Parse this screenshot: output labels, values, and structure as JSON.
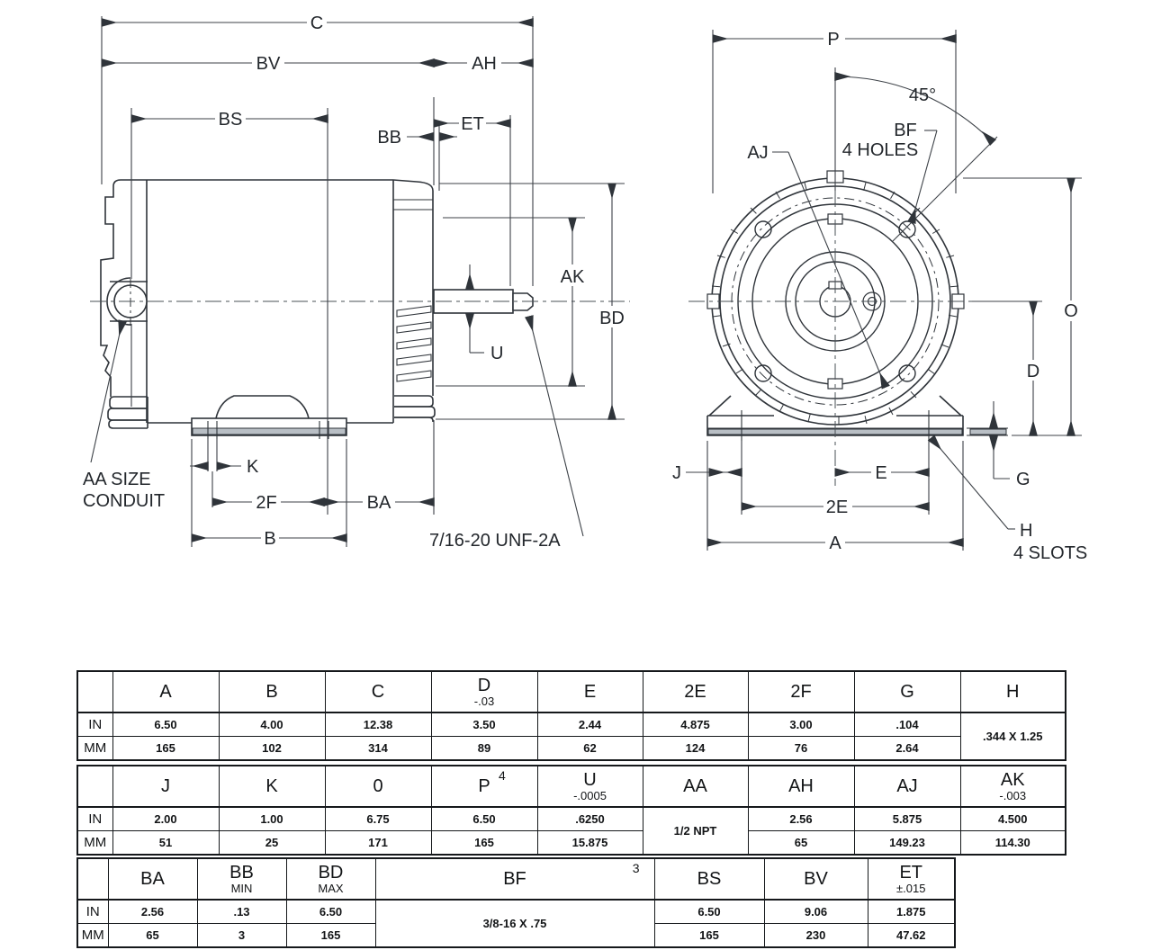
{
  "side_view": {
    "dims": {
      "c": "C",
      "bv": "BV",
      "ah": "AH",
      "et": "ET",
      "bb": "BB",
      "bs": "BS",
      "ak": "AK",
      "bd": "BD",
      "u": "U",
      "k": "K",
      "f2": "2F",
      "ba": "BA",
      "b": "B"
    },
    "notes": {
      "conduit_line1": "AA SIZE",
      "conduit_line2": "CONDUIT",
      "shaft_thread": "7/16-20 UNF-2A"
    }
  },
  "front_view": {
    "dims": {
      "p": "P",
      "angle": "45°",
      "o": "O",
      "d": "D",
      "g": "G",
      "j": "J",
      "e": "E",
      "e2": "2E",
      "a": "A"
    },
    "notes": {
      "bf": "BF",
      "bf_sub": "4 HOLES",
      "aj": "AJ",
      "h": "H",
      "h_sub": "4 SLOTS"
    }
  },
  "tables": {
    "row_labels": {
      "in": "IN",
      "mm": "MM"
    },
    "t1": {
      "headers": {
        "a": "A",
        "b": "B",
        "c": "C",
        "d": "D",
        "d_sub": "-.03",
        "e": "E",
        "e2": "2E",
        "f2": "2F",
        "g": "G",
        "h": "H"
      },
      "in": {
        "a": "6.50",
        "b": "4.00",
        "c": "12.38",
        "d": "3.50",
        "e": "2.44",
        "e2": "4.875",
        "f2": "3.00",
        "g": ".104"
      },
      "mm": {
        "a": "165",
        "b": "102",
        "c": "314",
        "d": "89",
        "e": "62",
        "e2": "124",
        "f2": "76",
        "g": "2.64"
      },
      "h_merged": ".344 X 1.25"
    },
    "t2": {
      "headers": {
        "j": "J",
        "k": "K",
        "o": "0",
        "p": "P",
        "p_sup": "4",
        "u": "U",
        "u_sub": "-.0005",
        "aa": "AA",
        "ah": "AH",
        "aj": "AJ",
        "ak": "AK",
        "ak_sub": "-.003"
      },
      "in": {
        "j": "2.00",
        "k": "1.00",
        "o": "6.75",
        "p": "6.50",
        "u": ".6250",
        "ah": "2.56",
        "aj": "5.875",
        "ak": "4.500"
      },
      "mm": {
        "j": "51",
        "k": "25",
        "o": "171",
        "p": "165",
        "u": "15.875",
        "ah": "65",
        "aj": "149.23",
        "ak": "114.30"
      },
      "aa_merged": "1/2 NPT"
    },
    "t3": {
      "headers": {
        "ba": "BA",
        "bb": "BB",
        "bb_sub": "MIN",
        "bd": "BD",
        "bd_sub": "MAX",
        "bf": "BF",
        "bf_sup": "3",
        "bs": "BS",
        "bv": "BV",
        "et": "ET",
        "et_sub": "±.015"
      },
      "in": {
        "ba": "2.56",
        "bb": ".13",
        "bd": "6.50",
        "bs": "6.50",
        "bv": "9.06",
        "et": "1.875"
      },
      "mm": {
        "ba": "65",
        "bb": "3",
        "bd": "165",
        "bs": "165",
        "bv": "230",
        "et": "47.62"
      },
      "bf_merged": "3/8-16 X .75"
    }
  }
}
